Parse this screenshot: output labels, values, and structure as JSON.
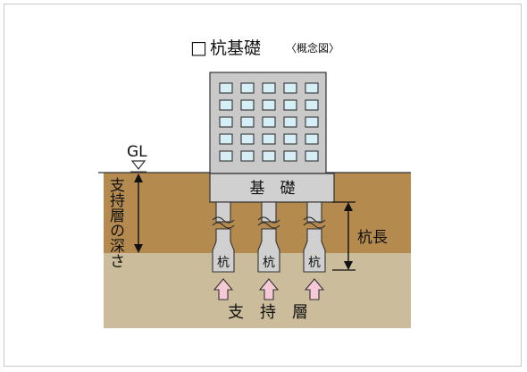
{
  "title": {
    "checkbox": "□",
    "main": "杭基礎",
    "note": "〈概念図〉"
  },
  "labels": {
    "ground_level": "GL",
    "foundation": "基　礎",
    "pile": "杭",
    "bearing_layer": "支　持　層",
    "pile_length": "杭長",
    "depth_to_bearing_layer": "支持層の深さ"
  },
  "colors": {
    "upper_soil": "#b48a4f",
    "bearing_soil": "#cbbd9b",
    "building": "#c9c9c9",
    "window": "#d6eef6",
    "foundation": "#d0d0d0",
    "arrow_fill": "#f6c9d6",
    "outline": "#333333"
  },
  "building_windows": {
    "rows": 5,
    "cols": 5
  },
  "piles_count": 3
}
